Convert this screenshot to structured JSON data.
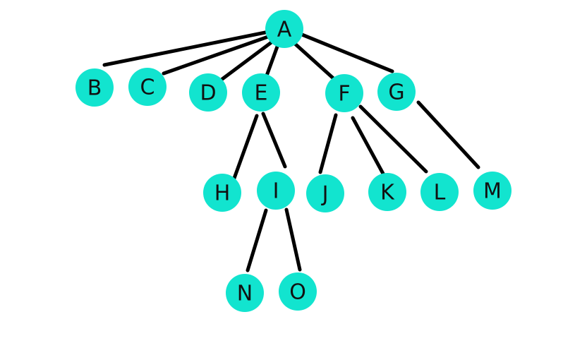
{
  "colors": {
    "node_fill": "#12e4cf",
    "edge": "#000000",
    "label": "#111111",
    "background": "#ffffff"
  },
  "nodes": [
    {
      "id": "A",
      "label": "A"
    },
    {
      "id": "B",
      "label": "B"
    },
    {
      "id": "C",
      "label": "C"
    },
    {
      "id": "D",
      "label": "D"
    },
    {
      "id": "E",
      "label": "E"
    },
    {
      "id": "F",
      "label": "F"
    },
    {
      "id": "G",
      "label": "G"
    },
    {
      "id": "H",
      "label": "H"
    },
    {
      "id": "I",
      "label": "I"
    },
    {
      "id": "J",
      "label": "J"
    },
    {
      "id": "K",
      "label": "K"
    },
    {
      "id": "L",
      "label": "L"
    },
    {
      "id": "M",
      "label": "M"
    },
    {
      "id": "N",
      "label": "N"
    },
    {
      "id": "O",
      "label": "O"
    }
  ],
  "edges": [
    {
      "from": "A",
      "to": "B"
    },
    {
      "from": "A",
      "to": "C"
    },
    {
      "from": "A",
      "to": "D"
    },
    {
      "from": "A",
      "to": "E"
    },
    {
      "from": "A",
      "to": "F"
    },
    {
      "from": "A",
      "to": "G"
    },
    {
      "from": "E",
      "to": "H"
    },
    {
      "from": "E",
      "to": "I"
    },
    {
      "from": "F",
      "to": "J"
    },
    {
      "from": "F",
      "to": "K"
    },
    {
      "from": "F",
      "to": "L"
    },
    {
      "from": "G",
      "to": "M"
    },
    {
      "from": "I",
      "to": "N"
    },
    {
      "from": "I",
      "to": "O"
    }
  ]
}
